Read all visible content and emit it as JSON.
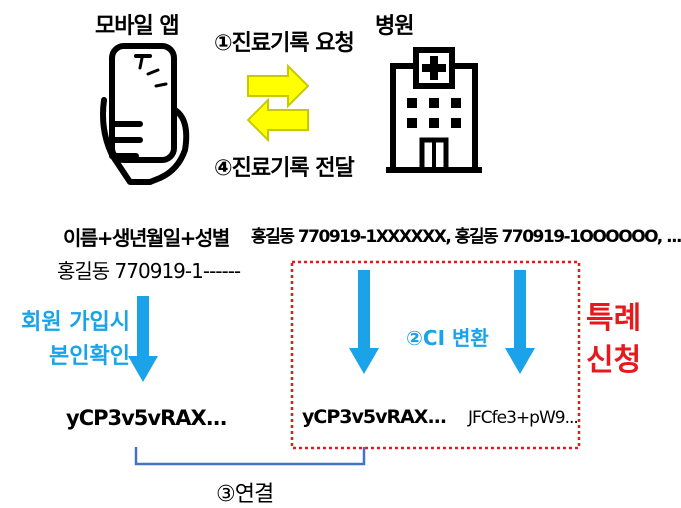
{
  "top": {
    "app_label": "모바일 앱",
    "hospital_label": "병원",
    "request_label": "①진료기록 요청",
    "deliver_label": "④진료기록 전달"
  },
  "info": {
    "app_fields": "이름+생년월일+성별",
    "app_example": "홍길동 770919-1------",
    "hospital_records": "홍길동 770919-1XXXXXX, 홍길동 770919-1OOOOOO, ..."
  },
  "process": {
    "signup_label_line1": "회원 가입시",
    "signup_label_line2": "본인확인",
    "ci_label": "②CI 변환",
    "special_line1": "특례",
    "special_line2": "신청",
    "connect_label": "③연결"
  },
  "tokens": {
    "app_ci": "yCP3v5vRAX...",
    "hospital_ci_1": "yCP3v5vRAX...",
    "hospital_ci_2": "JFCfe3+pW9..."
  },
  "colors": {
    "blue": "#1aa3e8",
    "red": "#e8191c",
    "arrow_yellow": "#ffff00",
    "arrow_outline": "#c9c900",
    "connector": "#4472c4"
  }
}
